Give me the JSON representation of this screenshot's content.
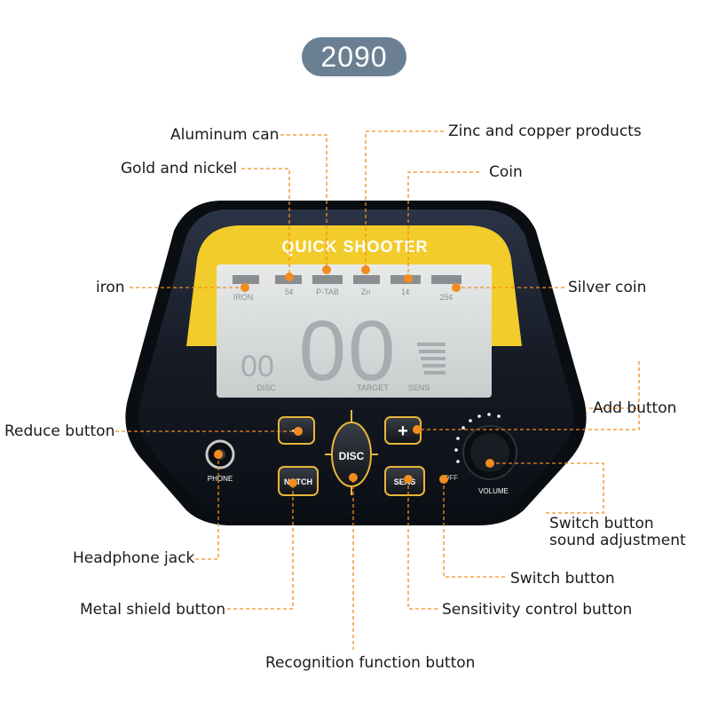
{
  "model": "2090",
  "brand_banner": "QUICK SHOOTER",
  "lcd": {
    "categories": [
      "IRON",
      "5¢",
      "P-TAB",
      "Zn",
      "1¢",
      "25¢"
    ],
    "disc_value": "00",
    "target_value": "00",
    "labels": {
      "disc": "DISC",
      "target": "TARGET",
      "sens": "SENS"
    }
  },
  "buttons": {
    "minus": "−",
    "plus": "+",
    "disc": "DISC",
    "notch": "NOTCH",
    "sens": "SENS",
    "phone": "PHONE",
    "off": "OFF",
    "volume": "VOLUME"
  },
  "callouts": {
    "aluminum_can": "Aluminum can",
    "zinc_copper": "Zinc and copper products",
    "gold_nickel": "Gold and nickel",
    "coin": "Coin",
    "iron": "iron",
    "silver_coin": "Silver coin",
    "add_button": "Add button",
    "reduce_button": "Reduce button",
    "switch_sound_1": "Switch button",
    "switch_sound_2": "sound adjustment",
    "headphone_jack": "Headphone jack",
    "switch_button": "Switch button",
    "metal_shield": "Metal shield button",
    "sensitivity": "Sensitivity control button",
    "recognition": "Recognition function button"
  },
  "colors": {
    "accent_orange": "#f28c1e",
    "device_body": "#1c2230",
    "lcd_bg": "#d9dcdc",
    "banner_yellow": "#f2cc2a",
    "button_gold": "#e9b53a"
  }
}
